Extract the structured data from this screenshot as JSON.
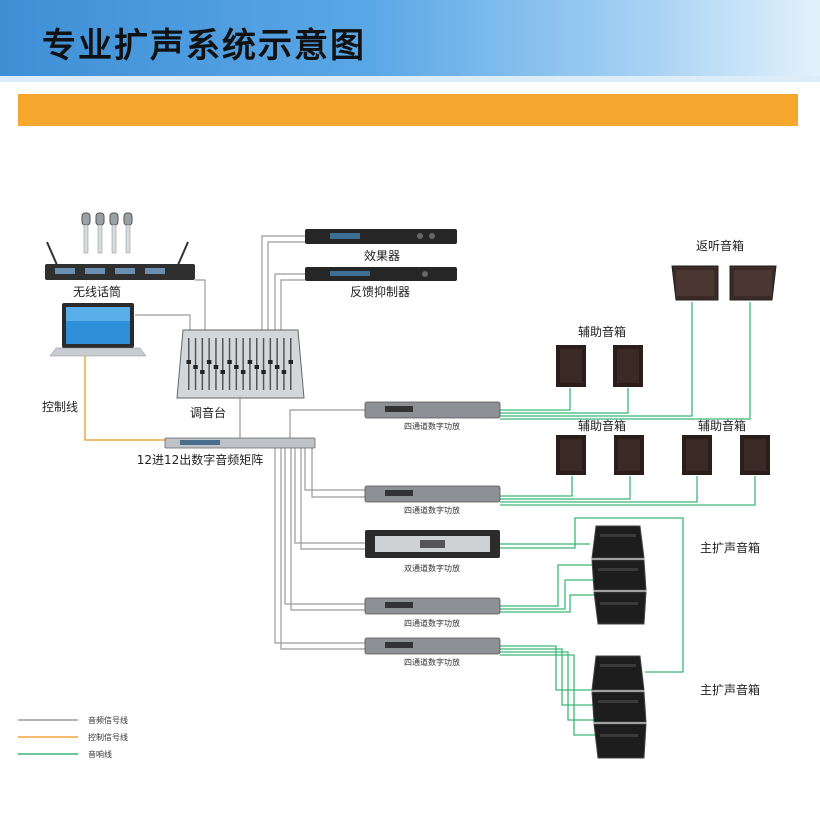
{
  "title": "专业扩声系统示意图",
  "labels": {
    "wireless_mic": "无线话筒",
    "effects": "效果器",
    "feedback": "反馈抑制器",
    "mixer": "调音台",
    "control_line": "控制线",
    "matrix": "12进12出数字音频矩阵",
    "monitor_speakers": "返听音箱",
    "aux_speakers_1": "辅助音箱",
    "aux_speakers_2": "辅助音箱",
    "aux_speakers_3": "辅助音箱",
    "main_speakers_1": "主扩声音箱",
    "main_speakers_2": "主扩声音箱",
    "amp_1": "四通道数字功放",
    "amp_2": "四通道数字功放",
    "amp_3": "双通道数字功放",
    "amp_4": "四通道数字功放",
    "amp_5": "四通道数字功放"
  },
  "legend": {
    "audio_signal": "音频信号线",
    "control_signal": "控制信号线",
    "speaker_line": "音响线"
  },
  "colors": {
    "audio_signal": "#9a9a9a",
    "control_signal": "#f0a640",
    "speaker_line": "#3cb878",
    "banner": "#4a97da",
    "orange_bar": "#f6a72e"
  }
}
